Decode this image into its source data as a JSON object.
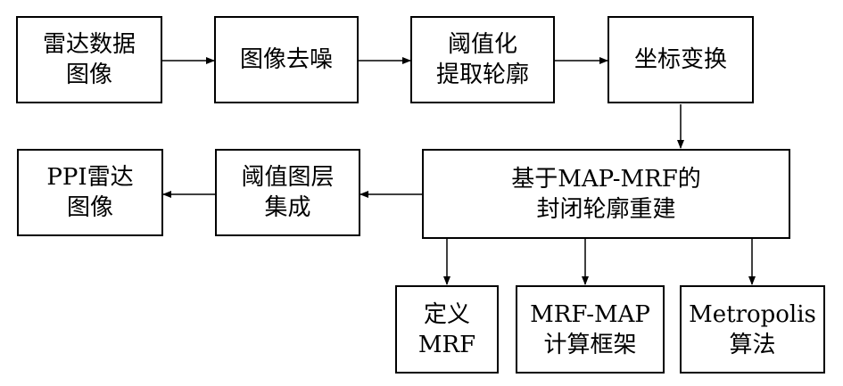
{
  "nodes": {
    "radar_data_image": {
      "lines": [
        "雷达数据",
        "图像"
      ]
    },
    "denoise": {
      "lines": [
        "图像去噪"
      ]
    },
    "threshold_contour": {
      "lines": [
        "阈值化",
        "提取轮廓"
      ]
    },
    "coord_transform": {
      "lines": [
        "坐标变换"
      ]
    },
    "closed_contour": {
      "lines": [
        "基于MAP-MRF的",
        "封闭轮廓重建"
      ]
    },
    "threshold_layer": {
      "lines": [
        "阈值图层",
        "集成"
      ]
    },
    "ppi_radar": {
      "lines": [
        "PPI雷达",
        "图像"
      ]
    },
    "define_mrf": {
      "lines": [
        "定义",
        "MRF"
      ]
    },
    "mrf_map_framework": {
      "lines": [
        "MRF-MAP",
        "计算框架"
      ]
    },
    "metropolis": {
      "lines": [
        "Metropolis",
        "算法"
      ]
    }
  },
  "edges": [
    [
      "radar_data_image",
      "denoise"
    ],
    [
      "denoise",
      "threshold_contour"
    ],
    [
      "threshold_contour",
      "coord_transform"
    ],
    [
      "coord_transform",
      "closed_contour"
    ],
    [
      "closed_contour",
      "threshold_layer"
    ],
    [
      "threshold_layer",
      "ppi_radar"
    ],
    [
      "closed_contour",
      "define_mrf"
    ],
    [
      "closed_contour",
      "mrf_map_framework"
    ],
    [
      "closed_contour",
      "metropolis"
    ]
  ],
  "colors": {
    "stroke": "#000000",
    "fill": "#ffffff",
    "text": "#000000"
  }
}
